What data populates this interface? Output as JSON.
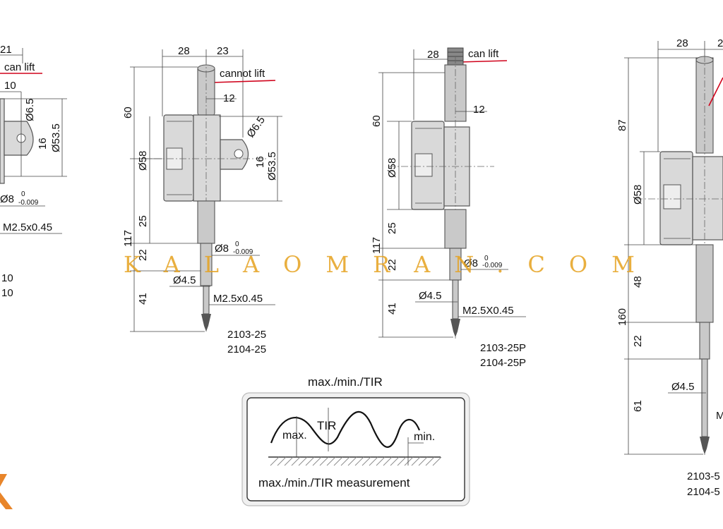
{
  "dims_left": {
    "top": "21",
    "can_lift": "can lift",
    "d10": "10",
    "d6_5": "Ø6.5",
    "d16": "16",
    "d53_5": "Ø53.5",
    "d8": "Ø8",
    "tol_hi": "0",
    "tol_lo": "-0.009",
    "thread": "M2.5x0.45",
    "m1": "10",
    "m2": "10"
  },
  "dims_a": {
    "w28": "28",
    "w23": "23",
    "cannot_lift": "cannot lift",
    "w12": "12",
    "h60": "60",
    "d58": "Ø58",
    "d6_5": "Ø6.5",
    "d16": "16",
    "d53_5": "Ø53.5",
    "h25": "25",
    "h117": "117",
    "h22": "22",
    "d8": "Ø8",
    "tol_hi": "0",
    "tol_lo": "-0.009",
    "d4_5": "Ø4.5",
    "h41": "41",
    "thread": "M2.5x0.45",
    "model1": "2103-25",
    "model2": "2104-25"
  },
  "dims_b": {
    "w28": "28",
    "can_lift": "can lift",
    "w12": "12",
    "h60": "60",
    "d58": "Ø58",
    "h25": "25",
    "h117": "117",
    "h22": "22",
    "d8": "Ø8",
    "tol_hi": "0",
    "tol_lo": "-0.009",
    "d4_5": "Ø4.5",
    "h41": "41",
    "thread": "M2.5X0.45",
    "model1": "2103-25P",
    "model2": "2104-25P"
  },
  "dims_c": {
    "w28": "28",
    "w2": "2",
    "h87": "87",
    "d58": "Ø58",
    "h48": "48",
    "h160": "160",
    "h22": "22",
    "d4_5": "Ø4.5",
    "h61": "61",
    "m": "M",
    "model1": "2103-5",
    "model2": "2104-5"
  },
  "tir": {
    "title": "max./min./TIR",
    "max": "max.",
    "tir": "TIR",
    "min": "min.",
    "caption": "max./min./TIR measurement"
  },
  "watermark": "KALAOMRAN.COM",
  "colors": {
    "leader": "#d0021b",
    "watermark": "#e6a21e",
    "logo": "#e8852a"
  }
}
